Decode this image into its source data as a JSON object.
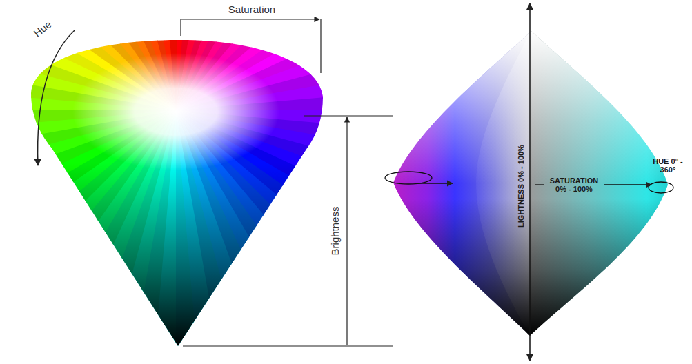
{
  "diagram": {
    "labels": [
      "Hue",
      "Saturation",
      "Brightness",
      "LIGHTNESS 0% - 100%",
      "SATURATION 0% - 100%",
      "HUE 0° - 360°"
    ]
  }
}
